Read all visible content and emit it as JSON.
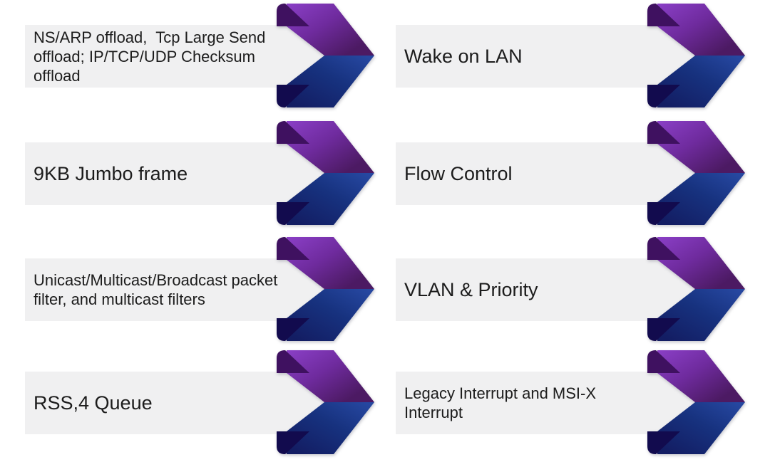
{
  "diagram": {
    "background": "#ffffff",
    "box_fill": "#f0f0f1",
    "text_color": "#1c1c1c",
    "arrow_colors": {
      "purple_light": "#8a3fc6",
      "purple_mid": "#6f2b9e",
      "purple_dark": "#4c1a63",
      "navy_light": "#2647a0",
      "navy_mid": "#17327f",
      "navy_dark": "#131d63",
      "fold_top": "#3f1160",
      "fold_bottom": "#120b4e"
    },
    "items": [
      {
        "label": "NS/ARP offload,  Tcp Large Send offload; IP/TCP/UDP Checksum offload"
      },
      {
        "label": "9KB Jumbo frame"
      },
      {
        "label": "Unicast/Multicast/Broadcast packet filter, and multicast filters"
      },
      {
        "label": "RSS,4 Queue"
      },
      {
        "label": "Wake on LAN"
      },
      {
        "label": "Flow Control"
      },
      {
        "label": "VLAN & Priority"
      },
      {
        "label": "Legacy Interrupt and MSI-X Interrupt"
      }
    ]
  }
}
